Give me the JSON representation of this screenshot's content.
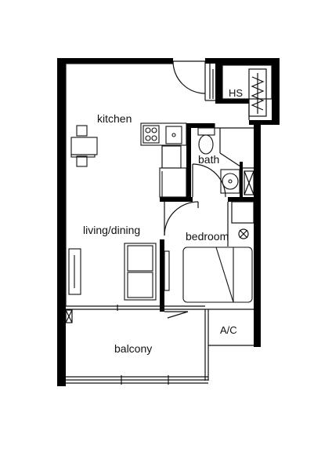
{
  "rooms": {
    "kitchen": "kitchen",
    "bath": "bath",
    "living_dining": "living/dining",
    "bedroom": "bedroom",
    "hot_water": "HS",
    "balcony": "balcony",
    "air_conditioner": "A/C"
  },
  "colors": {
    "wall": "#000000",
    "line": "#111111",
    "fill": "#ffffff"
  }
}
